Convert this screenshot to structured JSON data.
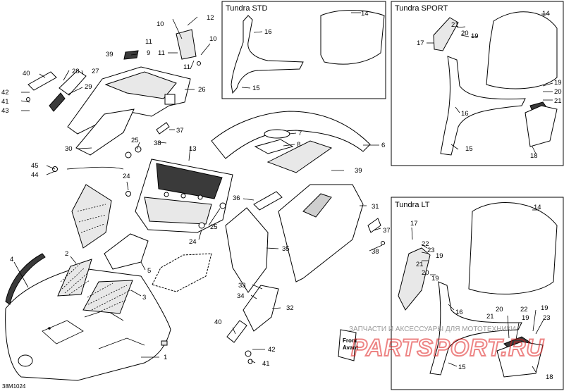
{
  "diagram": {
    "code": "38M1024",
    "insets": {
      "std": "Tundra STD",
      "sport": "Tundra SPORT",
      "lt": "Tundra LT"
    },
    "watermark": {
      "text": "ЗАПЧАСТИ И АКСЕССУАРЫ ДЛЯ МОТОТЕХНИКИ",
      "logo": "PARTSPORT.RU"
    },
    "front_label": [
      "Front",
      "Avant"
    ],
    "callouts": {
      "c1": "1",
      "c2": "2",
      "c3": "3",
      "c4": "4",
      "c5": "5",
      "c6": "6",
      "c7": "7",
      "c8": "8",
      "c9": "9",
      "c10a": "10",
      "c10b": "10",
      "c11a": "11",
      "c11b": "11",
      "c11c": "11",
      "c12": "12",
      "c13": "13",
      "c24a": "24",
      "c24b": "24",
      "c25a": "25",
      "c25b": "25",
      "c26": "26",
      "c27": "27",
      "c28": "28",
      "c29": "29",
      "c30": "30",
      "c31": "31",
      "c32": "32",
      "c33": "33",
      "c34": "34",
      "c35": "35",
      "c36": "36",
      "c37a": "37",
      "c37b": "37",
      "c38a": "38",
      "c38b": "38",
      "c39a": "39",
      "c39b": "39",
      "c40a": "40",
      "c40b": "40",
      "c41a": "41",
      "c41b": "41",
      "c42a": "42",
      "c42b": "42",
      "c43": "43",
      "c44": "44",
      "c45": "45",
      "std14": "14",
      "std15": "15",
      "std16": "16",
      "sp14": "14",
      "sp15": "15",
      "sp16": "16",
      "sp17": "17",
      "sp18": "18",
      "sp19a": "19",
      "sp19b": "19",
      "sp20a": "20",
      "sp20b": "20",
      "sp21a": "21",
      "sp21b": "21",
      "lt14": "14",
      "lt15": "15",
      "lt16": "16",
      "lt17": "17",
      "lt18": "18",
      "lt19a": "19",
      "lt19b": "19",
      "lt19c": "19",
      "lt19d": "19",
      "lt20a": "20",
      "lt20b": "20",
      "lt21a": "21",
      "lt21b": "21",
      "lt22a": "22",
      "lt22b": "22",
      "lt23a": "23",
      "lt23b": "23"
    }
  }
}
